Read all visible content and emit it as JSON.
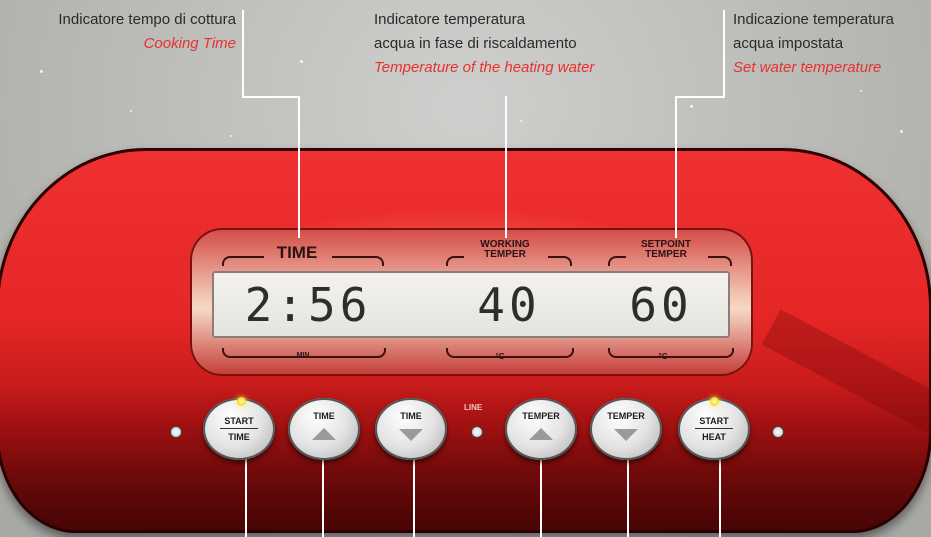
{
  "annotations": {
    "cooking_time": {
      "it": "Indicatore tempo di cottura",
      "en": "Cooking Time"
    },
    "working_temp": {
      "it_line1": "Indicatore temperatura",
      "it_line2": "acqua in fase di riscaldamento",
      "en": "Temperature of the heating water"
    },
    "setpoint_temp": {
      "it_line1": "Indicazione temperatura",
      "it_line2": "acqua impostata",
      "en": "Set water temperature"
    }
  },
  "display": {
    "time_label": "TIME",
    "working_label_1": "WORKING",
    "working_label_2": "TEMPER",
    "setpoint_label_1": "SETPOINT",
    "setpoint_label_2": "TEMPER",
    "time_unit": "MIN",
    "working_unit": "°C",
    "setpoint_unit": "°C",
    "time_value": "2:56",
    "working_value": "40",
    "setpoint_value": "60"
  },
  "buttons": {
    "start_time_1": "START",
    "start_time_2": "TIME",
    "time_up": "TIME",
    "time_down": "TIME",
    "line_label": "LINE",
    "temper_up": "TEMPER",
    "temper_down": "TEMPER",
    "start_heat_1": "START",
    "start_heat_2": "HEAT"
  },
  "colors": {
    "panel_red": "#e52626",
    "annotation_english": "#e8322f",
    "indicator_led": "#f4e22a"
  },
  "icons": [
    "arrow-up-icon",
    "arrow-down-icon"
  ]
}
